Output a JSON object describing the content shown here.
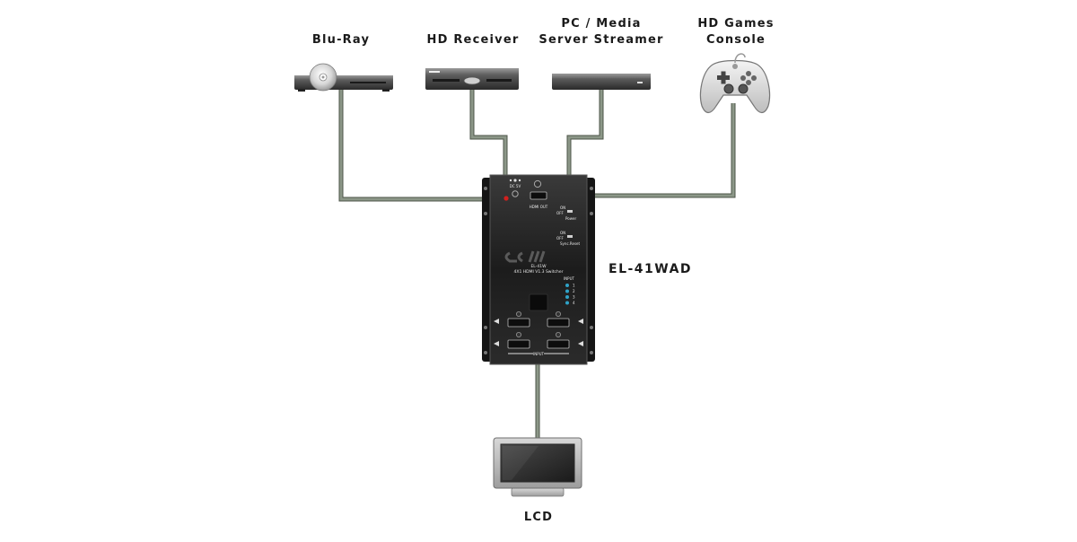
{
  "sources": {
    "bluray": {
      "label": "Blu-Ray"
    },
    "hd_receiver": {
      "label": "HD Receiver"
    },
    "pc_media": {
      "label_line1": "PC / Media",
      "label_line2": "Server Streamer"
    },
    "games_console": {
      "label_line1": "HD Games",
      "label_line2": "Console"
    }
  },
  "switcher": {
    "model_label": "EL-41WAD",
    "panel_model": "EL-41W",
    "panel_description": "4X1 HDMI V1.3 Switcher",
    "dc_label": "DC 5V",
    "hdmi_out_label": "HDMI OUT",
    "power_on": "ON",
    "power_off": "OFF",
    "power_label": "Power",
    "sync_on": "ON",
    "sync_off": "OFF",
    "sync_label": "Sync.Reset",
    "input_header": "INPUT",
    "input_numbers": [
      "1",
      "2",
      "3",
      "4"
    ],
    "input_footer": "INPUT",
    "led_color": "#2fa3c8"
  },
  "display": {
    "label": "LCD"
  },
  "colors": {
    "cable": "#7c8778",
    "cable_edge": "#4d5548"
  }
}
